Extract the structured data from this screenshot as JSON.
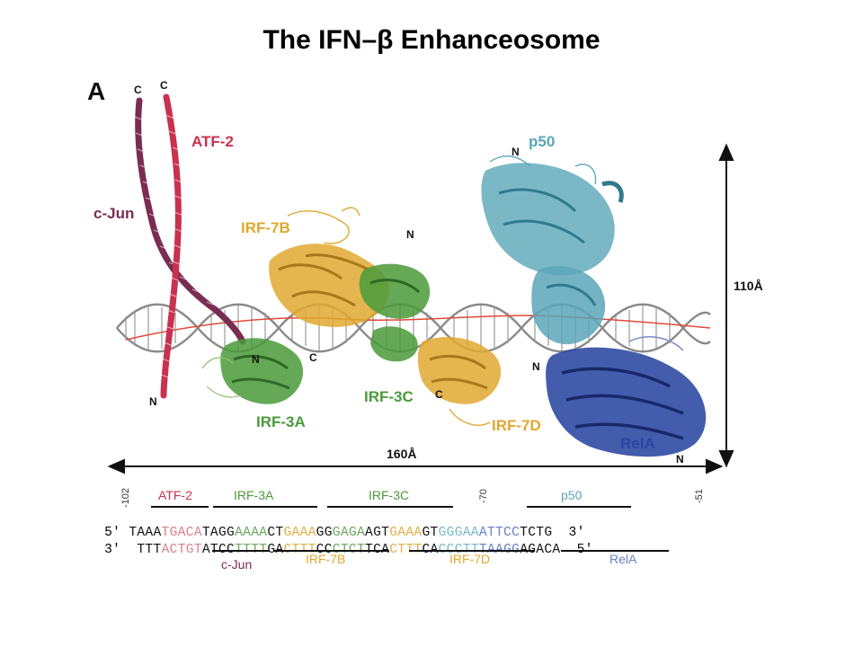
{
  "title": "The IFN–β Enhanceosome",
  "panel_label": "A",
  "colors": {
    "atf2": "#c8314f",
    "cjun": "#7a2d52",
    "irf3": "#4a9a3a",
    "irf7": "#e0a830",
    "p50": "#5aa6b8",
    "rela": "#2a45a0",
    "dna": "#8a8a8a",
    "axis_red": "#e04a3a"
  },
  "structure_labels": {
    "atf2": "ATF-2",
    "cjun": "c-Jun",
    "irf7b": "IRF-7B",
    "irf3a": "IRF-3A",
    "irf3c": "IRF-3C",
    "irf7d": "IRF-7D",
    "p50": "p50",
    "rela": "RelA"
  },
  "terminus_labels": [
    "C",
    "C",
    "N",
    "N",
    "C",
    "N",
    "C",
    "N",
    "N",
    "N"
  ],
  "dimensions": {
    "width": "160Å",
    "height": "110Å"
  },
  "sequence": {
    "top_prime5": "5'",
    "top_prime3": "3'",
    "bottom_prime3": "3'",
    "bottom_prime5": "5'",
    "top_segments": [
      {
        "text": "TAAA",
        "color": "#111111"
      },
      {
        "text": "TGACA",
        "color": "#d9808f"
      },
      {
        "text": "TAGG",
        "color": "#111111"
      },
      {
        "text": "AAAA",
        "color": "#6aa85a"
      },
      {
        "text": "CT",
        "color": "#111111"
      },
      {
        "text": "GAAA",
        "color": "#e0b04a"
      },
      {
        "text": "GG",
        "color": "#111111"
      },
      {
        "text": "GAGA",
        "color": "#6aa85a"
      },
      {
        "text": "AGT",
        "color": "#111111"
      },
      {
        "text": "GAAA",
        "color": "#e0b04a"
      },
      {
        "text": "GT",
        "color": "#111111"
      },
      {
        "text": "GGGAA",
        "color": "#7ab8c8"
      },
      {
        "text": "ATTCC",
        "color": "#6a80c8"
      },
      {
        "text": "TCTG",
        "color": "#111111"
      }
    ],
    "bottom_segments": [
      {
        "text": "TTT",
        "color": "#111111"
      },
      {
        "text": "ACTGT",
        "color": "#d9808f"
      },
      {
        "text": "ATCC",
        "color": "#111111"
      },
      {
        "text": "TTTT",
        "color": "#6aa85a"
      },
      {
        "text": "GA",
        "color": "#111111"
      },
      {
        "text": "CTTT",
        "color": "#e0b04a"
      },
      {
        "text": "CC",
        "color": "#111111"
      },
      {
        "text": "CTCT",
        "color": "#6aa85a"
      },
      {
        "text": "TCA",
        "color": "#111111"
      },
      {
        "text": "CTTT",
        "color": "#e0b04a"
      },
      {
        "text": "CA",
        "color": "#111111"
      },
      {
        "text": "CCCTT",
        "color": "#7ab8c8"
      },
      {
        "text": "TAAGG",
        "color": "#6a80c8"
      },
      {
        "text": "AGACA",
        "color": "#111111"
      }
    ],
    "ticks": [
      "-102",
      "-70",
      "-51"
    ],
    "site_labels_top": [
      "ATF-2",
      "IRF-3A",
      "IRF-3C",
      "p50"
    ],
    "site_labels_bottom": [
      "c-Jun",
      "IRF-7B",
      "IRF-7D",
      "RelA"
    ]
  }
}
